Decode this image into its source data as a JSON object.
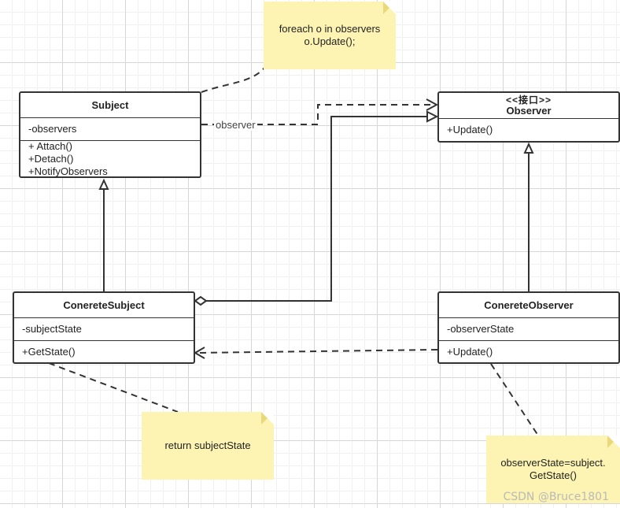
{
  "classes": {
    "subject": {
      "name": "Subject",
      "attributes": [
        "-observers"
      ],
      "methods": [
        "+ Attach()",
        "+Detach()",
        "+NotifyObservers"
      ]
    },
    "observer": {
      "stereotype": "<<接口>>",
      "name": "Observer",
      "methods": [
        "+Update()"
      ]
    },
    "concrete_subject": {
      "name": "ConereteSubject",
      "attributes": [
        "-subjectState"
      ],
      "methods": [
        "+GetState()"
      ]
    },
    "concrete_observer": {
      "name": "ConereteObserver",
      "attributes": [
        "-observerState"
      ],
      "methods": [
        "+Update()"
      ]
    }
  },
  "notes": {
    "notify": [
      "foreach o in observers",
      "o.Update();"
    ],
    "get_state": [
      "return subjectState"
    ],
    "update": [
      "observerState=subject.",
      "GetState()"
    ]
  },
  "edges": {
    "observer_label": "observer"
  },
  "colors": {
    "line": "#333333",
    "note": "#fdf4b3",
    "note_fold": "#e8d97a"
  },
  "watermark": "CSDN @Bruce1801"
}
